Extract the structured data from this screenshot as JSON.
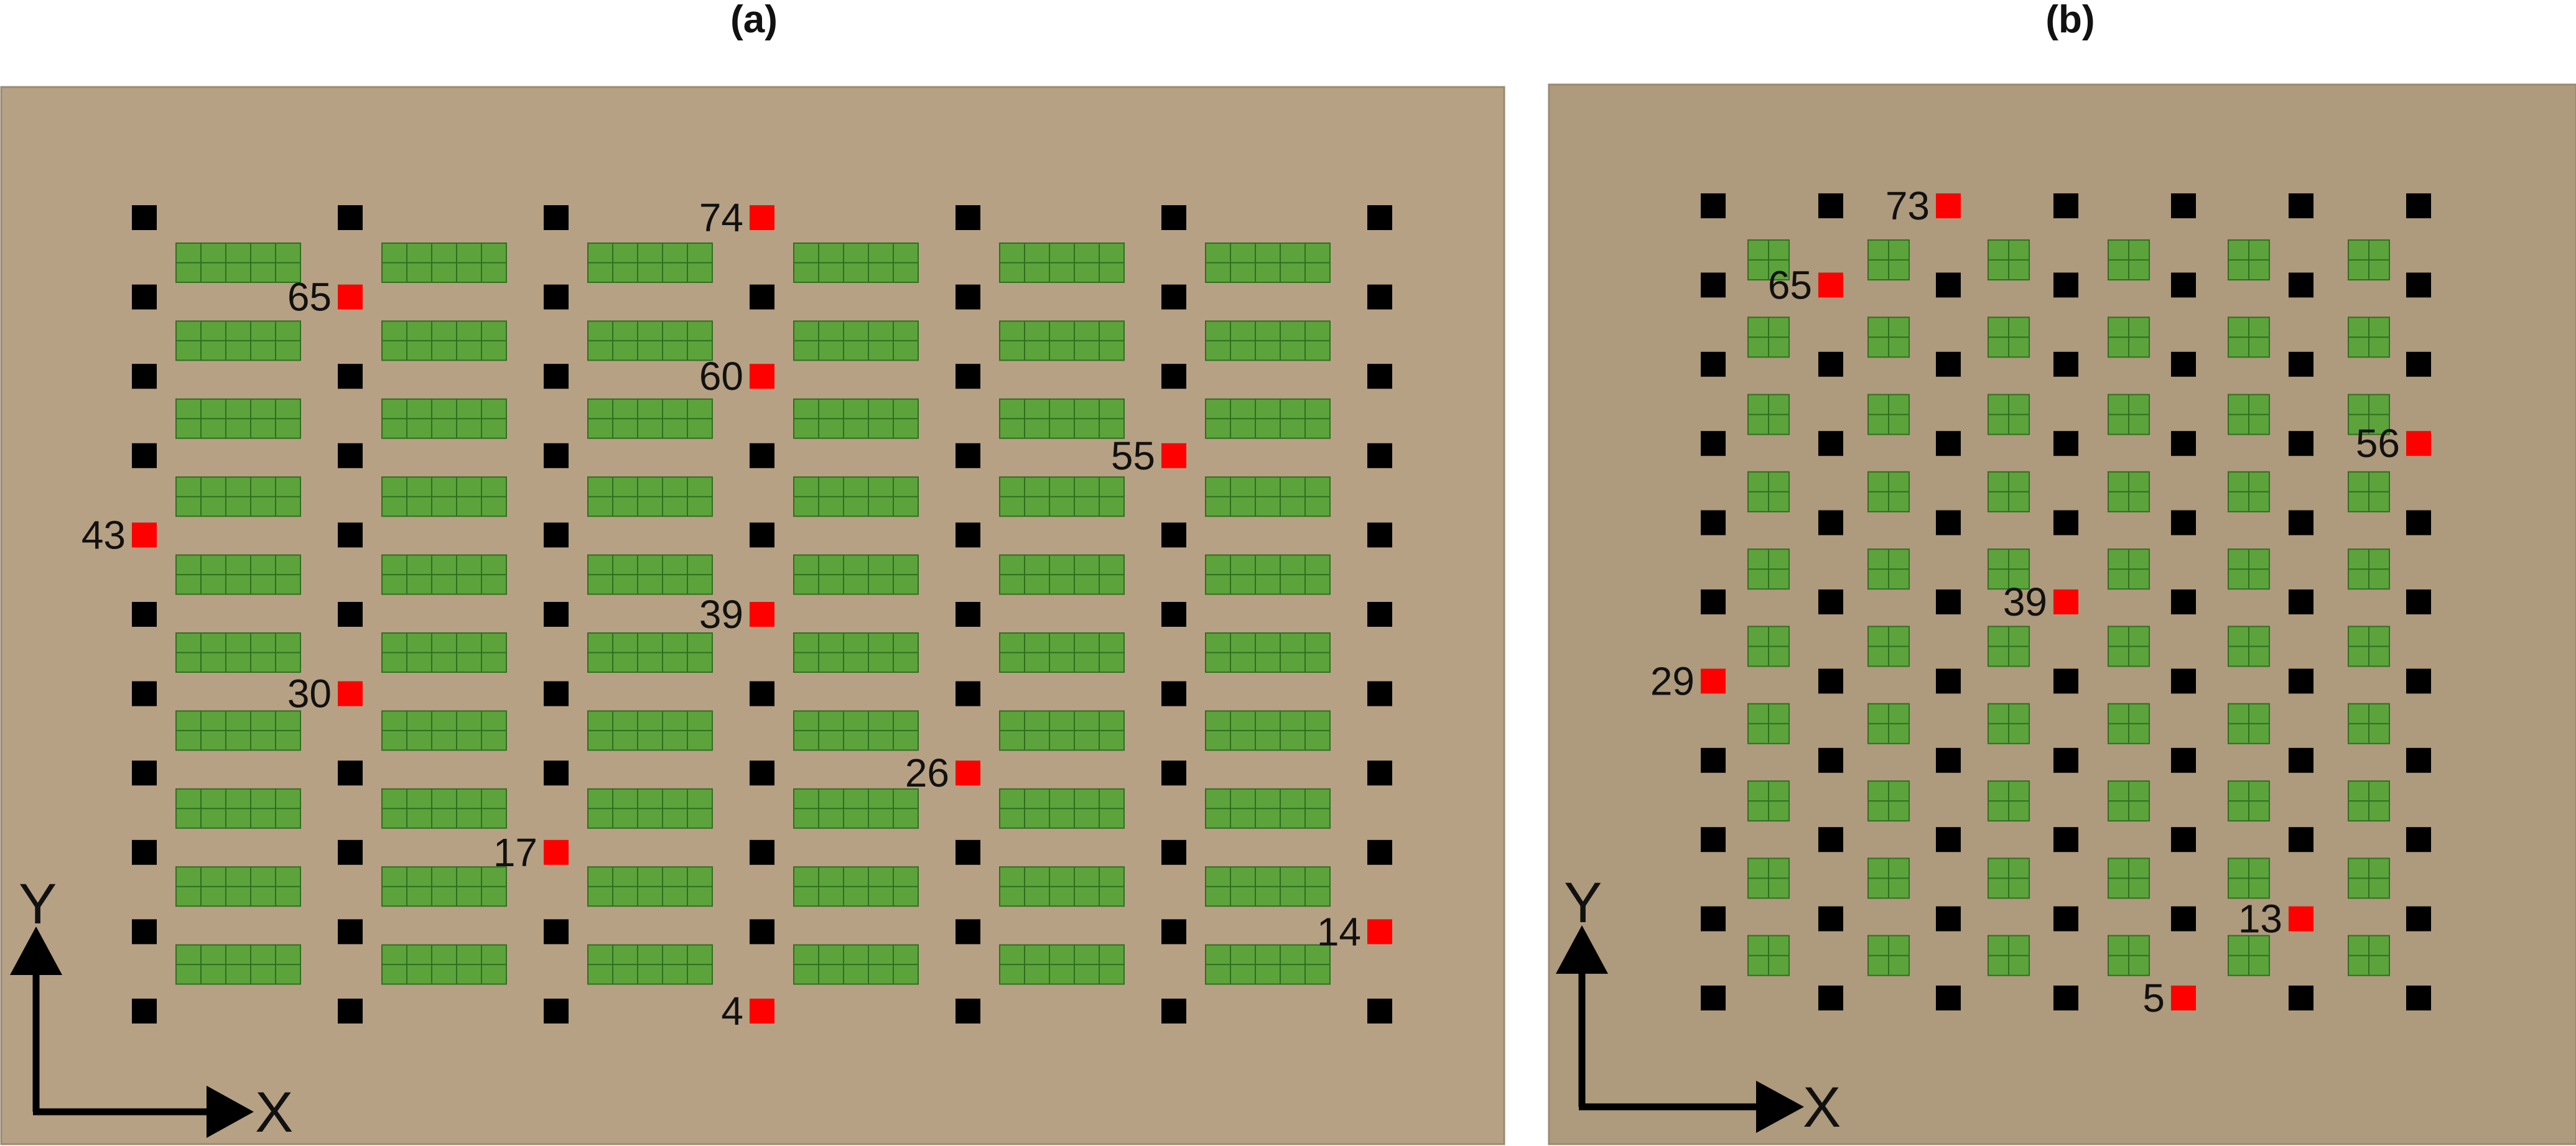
{
  "colors": {
    "background": "#ffffff",
    "field_a": "#b7a184",
    "field_b": "#ae9a7c",
    "panel_border": "#9a8a70",
    "plant": "#5ca33c",
    "plant_line": "#2f6f1f",
    "marker_black": "#000000",
    "marker_red": "#ff0000",
    "axis": "#000000",
    "text": "#111111"
  },
  "icons": {
    "marker_black": "black-square-marker-icon",
    "marker_red": "red-square-marker-icon",
    "plant_block": "green-plant-block-icon",
    "axis_arrow": "arrow-icon"
  },
  "panels": [
    {
      "id": "a",
      "title": "(a)",
      "axis": {
        "y": "Y",
        "x": "X"
      },
      "marker_columns": 7,
      "marker_rows": 11,
      "plant_block_columns": 6,
      "plant_block_rows": 10,
      "plant_block_grid": "5x2",
      "labeled_markers": [
        {
          "label": "74",
          "col": 3,
          "row": 0
        },
        {
          "label": "65",
          "col": 1,
          "row": 1
        },
        {
          "label": "60",
          "col": 3,
          "row": 2
        },
        {
          "label": "55",
          "col": 5,
          "row": 3
        },
        {
          "label": "43",
          "col": 0,
          "row": 4
        },
        {
          "label": "39",
          "col": 3,
          "row": 5
        },
        {
          "label": "30",
          "col": 1,
          "row": 6
        },
        {
          "label": "26",
          "col": 4,
          "row": 7
        },
        {
          "label": "17",
          "col": 2,
          "row": 8
        },
        {
          "label": "14",
          "col": 6,
          "row": 9
        },
        {
          "label": "4",
          "col": 3,
          "row": 10
        }
      ]
    },
    {
      "id": "b",
      "title": "(b)",
      "axis": {
        "y": "Y",
        "x": "X"
      },
      "marker_columns": 7,
      "marker_rows": 11,
      "plant_block_columns": 6,
      "plant_block_rows": 10,
      "plant_block_grid": "2x2",
      "labeled_markers": [
        {
          "label": "73",
          "col": 2,
          "row": 0
        },
        {
          "label": "65",
          "col": 1,
          "row": 1
        },
        {
          "label": "56",
          "col": 6,
          "row": 3
        },
        {
          "label": "39",
          "col": 3,
          "row": 5
        },
        {
          "label": "29",
          "col": 0,
          "row": 6
        },
        {
          "label": "13",
          "col": 5,
          "row": 9
        },
        {
          "label": "5",
          "col": 4,
          "row": 10
        }
      ]
    }
  ]
}
